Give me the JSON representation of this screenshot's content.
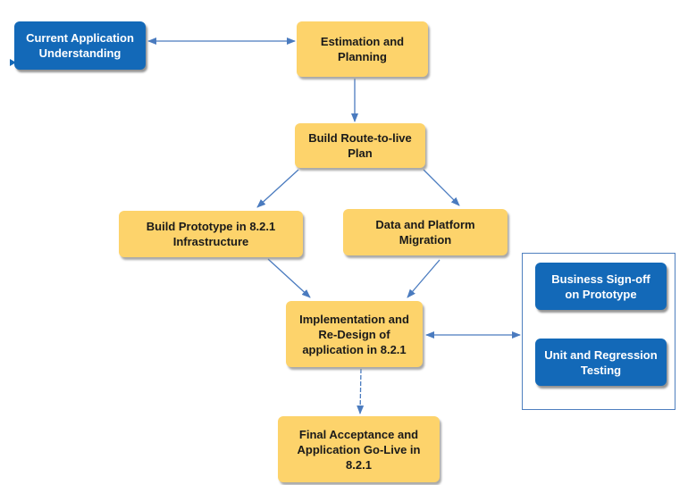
{
  "diagram": {
    "nodes": {
      "current_app": "Current Application\nUnderstanding",
      "estimation": "Estimation and\nPlanning",
      "route_to_live": "Build Route-to-live\nPlan",
      "prototype": "Build Prototype in 8.2.1\nInfrastructure",
      "data_migration": "Data and Platform\nMigration",
      "implementation": "Implementation and\nRe-Design of\napplication in 8.2.1",
      "final_acceptance": "Final Acceptance and\nApplication Go-Live in\n8.2.1",
      "business_signoff": "Business Sign-off\non Prototype",
      "unit_testing": "Unit and Regression\nTesting"
    },
    "colors": {
      "yellow_fill": "#fdd36b",
      "blue_fill": "#1369b8",
      "connector": "#4a7bbf"
    }
  }
}
